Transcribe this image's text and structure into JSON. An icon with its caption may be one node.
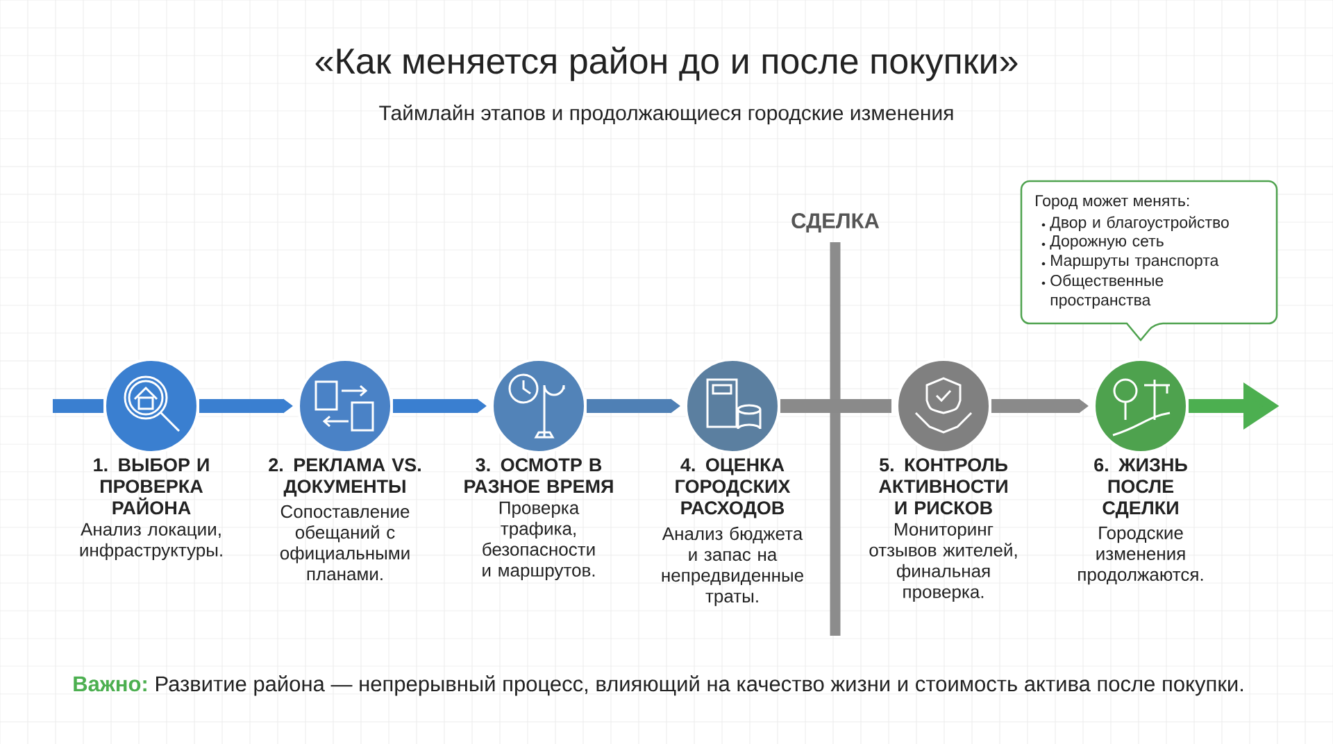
{
  "diagram": {
    "title": "«Как меняется район до и после покупки»",
    "caption": "Таймлайн этапов и продолжающиеся городские изменения",
    "nodes": [
      {
        "text": [
          "1. ВЫБОР И ПРОВЕРКА РАЙОНА",
          "Анализ локации, инфраструктуры."
        ]
      },
      {
        "text": [
          "2. РЕКЛАМА VS. ДОКУМЕНТЫ",
          "Сопоставление обещаний с официальными планами."
        ]
      },
      {
        "text": [
          "3. ОСМОТР В РАЗНОЕ ВРЕМЯ",
          "Проверка трафика, безопасности и маршрутов."
        ]
      },
      {
        "text": [
          "4. ОЦЕНКА ГОРОДСКИХ РАСХОДОВ",
          "Анализ бюджета и запас на непредвиденные траты."
        ]
      },
      {
        "text": [
          "5. КОНТРОЛЬ АКТИВНОСТИ И РИСКОВ",
          "Мониторинг отзывов жителей, финальная проверка."
        ]
      },
      {
        "text": [
          "6. ЖИЗНЬ ПОСЛЕ СДЕЛКИ",
          "Городские изменения продолжаются."
        ]
      },
      {
        "text": [
          "Город может менять:",
          "Двор и благоустройство",
          "Дорожную сеть",
          "Маршруты транспорта",
          "Общественные пространства"
        ]
      }
    ],
    "edges": [
      {
        "from": null,
        "to": 0,
        "arrow": "none"
      },
      {
        "from": 0,
        "to": 1,
        "arrow": "to"
      },
      {
        "from": 1,
        "to": 2,
        "arrow": "to"
      },
      {
        "from": 2,
        "to": 3,
        "arrow": "to",
        "color": "#4f80b5"
      },
      {
        "from": 3,
        "to": 4,
        "arrow": "none",
        "color": "#8a8a8a"
      },
      {
        "from": 4,
        "to": 5,
        "arrow": "to",
        "color": "#8a8a8a"
      },
      {
        "from": 5,
        "to": null,
        "arrow": "to",
        "color": "#4caf50"
      }
    ],
    "labels": [
      "СДЕЛКА",
      "Важно:",
      "Развитие района — непрерывный процесс, влияющий на качество жизни и стоимость актива после покупки."
    ]
  }
}
